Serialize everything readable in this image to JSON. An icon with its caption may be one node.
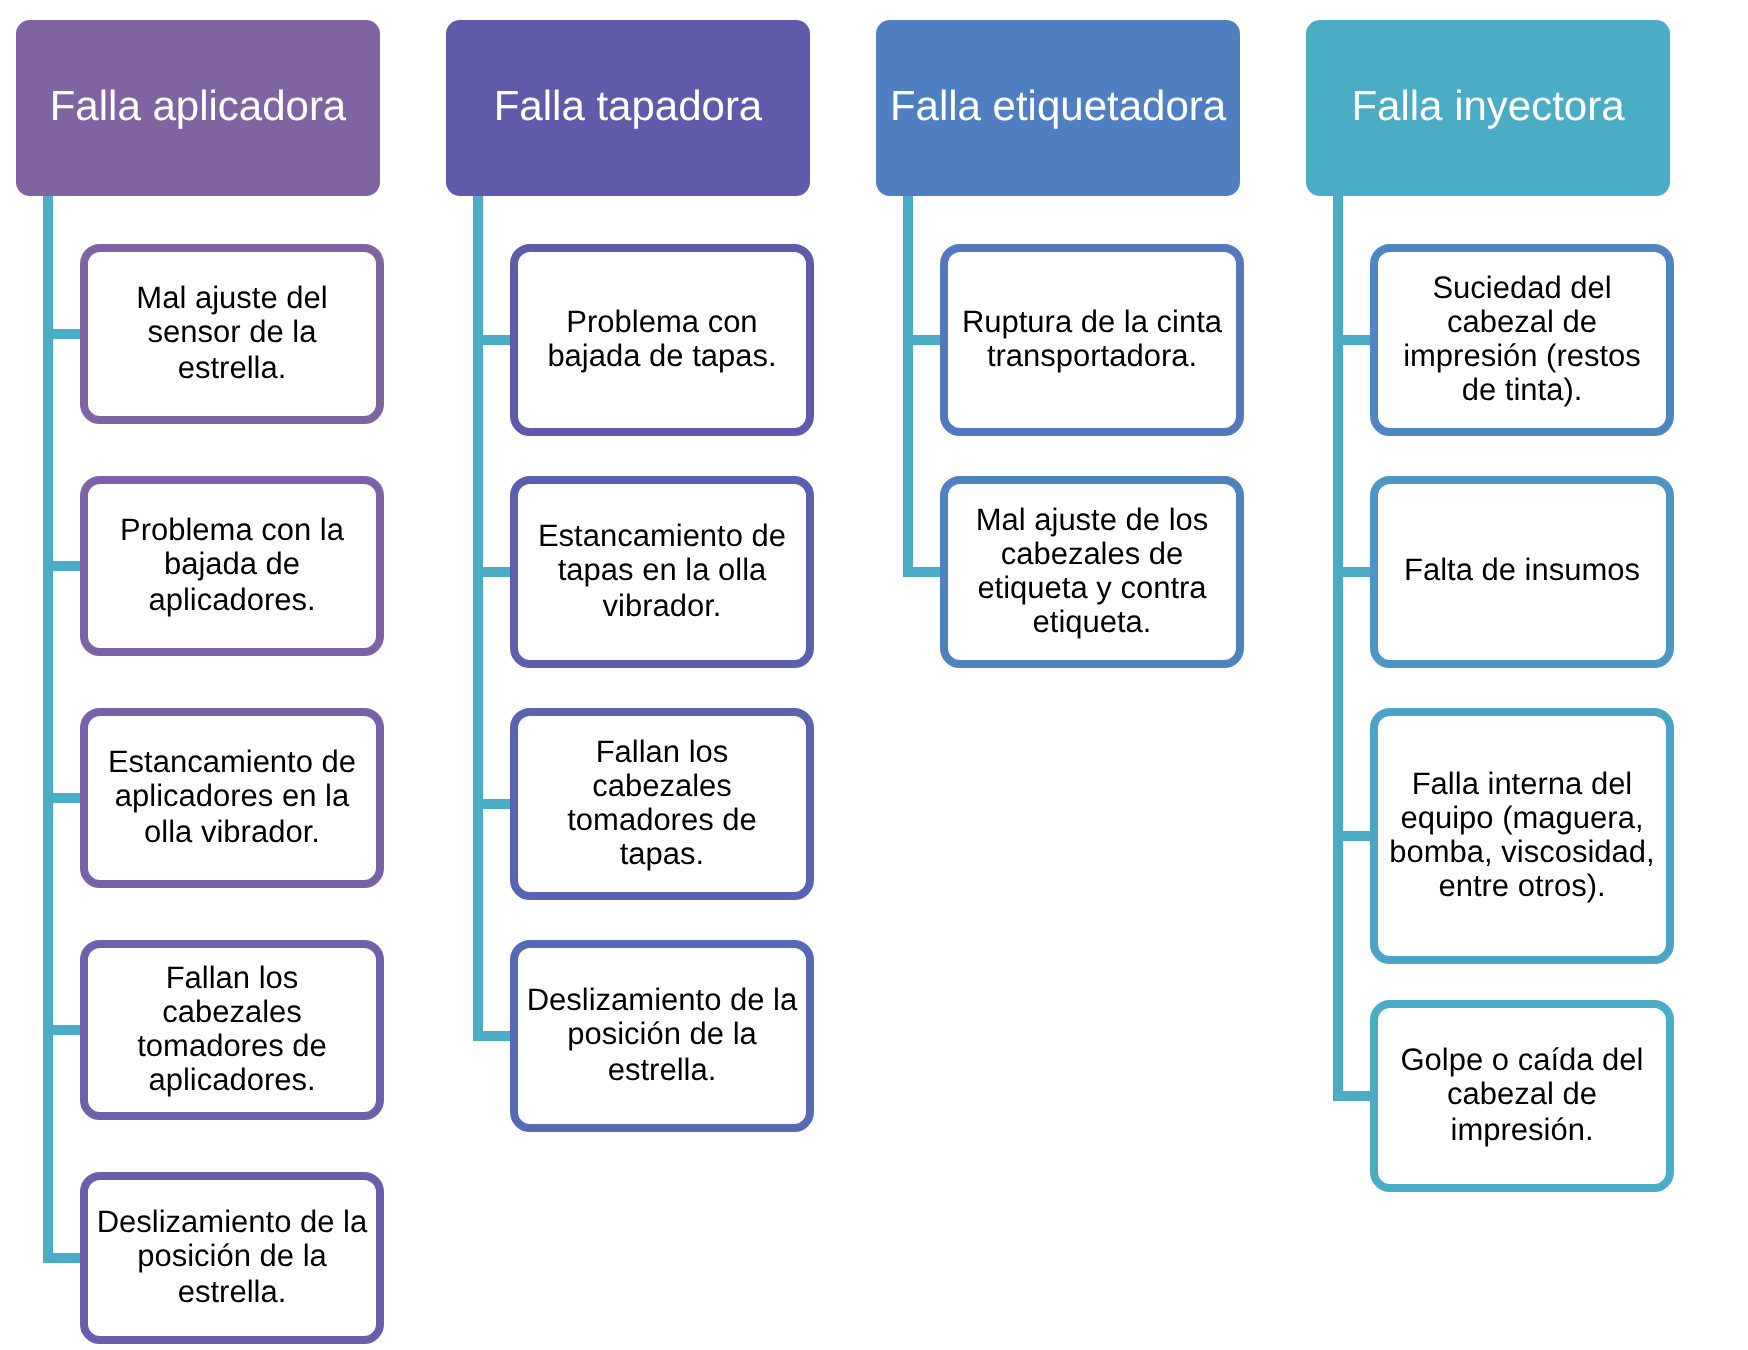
{
  "diagram": {
    "nodes": [
      {
        "text": [
          "Falla aplicadora"
        ]
      },
      {
        "text": [
          "Mal ajuste del sensor de la estrella."
        ]
      },
      {
        "text": [
          "Problema con la bajada de aplicadores."
        ]
      },
      {
        "text": [
          "Estancamiento de aplicadores en la olla vibrador."
        ]
      },
      {
        "text": [
          "Fallan los cabezales tomadores de aplicadores."
        ]
      },
      {
        "text": [
          "Deslizamiento de la posición de la estrella."
        ]
      },
      {
        "text": [
          "Falla tapadora"
        ]
      },
      {
        "text": [
          "Problema con bajada de tapas."
        ]
      },
      {
        "text": [
          "Estancamiento de tapas en la olla vibrador."
        ]
      },
      {
        "text": [
          "Fallan los cabezales tomadores de tapas."
        ]
      },
      {
        "text": [
          "Deslizamiento de la posición de la estrella."
        ]
      },
      {
        "text": [
          "Falla etiquetadora"
        ]
      },
      {
        "text": [
          "Ruptura de la cinta transportadora."
        ]
      },
      {
        "text": [
          "Mal ajuste de los cabezales de etiqueta y contra etiqueta."
        ]
      },
      {
        "text": [
          "Falla inyectora"
        ]
      },
      {
        "text": [
          "Suciedad del cabezal de impresión (restos de tinta)."
        ]
      },
      {
        "text": [
          "Falta de insumos"
        ]
      },
      {
        "text": [
          "Falla interna del equipo (maguera, bomba, viscosidad, entre otros)."
        ]
      },
      {
        "text": [
          "Golpe o caída del cabezal de impresión."
        ]
      }
    ],
    "edges": [
      {
        "from": 0,
        "to": 1,
        "arrow": "none"
      },
      {
        "from": 0,
        "to": 2,
        "arrow": "none"
      },
      {
        "from": 0,
        "to": 3,
        "arrow": "none"
      },
      {
        "from": 0,
        "to": 4,
        "arrow": "none"
      },
      {
        "from": 0,
        "to": 5,
        "arrow": "none"
      },
      {
        "from": 6,
        "to": 7,
        "arrow": "none"
      },
      {
        "from": 6,
        "to": 8,
        "arrow": "none"
      },
      {
        "from": 6,
        "to": 9,
        "arrow": "none"
      },
      {
        "from": 6,
        "to": 10,
        "arrow": "none"
      },
      {
        "from": 11,
        "to": 12,
        "arrow": "none"
      },
      {
        "from": 11,
        "to": 13,
        "arrow": "none"
      },
      {
        "from": 14,
        "to": 15,
        "arrow": "none"
      },
      {
        "from": 14,
        "to": 16,
        "arrow": "none"
      },
      {
        "from": 14,
        "to": 17,
        "arrow": "none"
      },
      {
        "from": 14,
        "to": 18,
        "arrow": "none"
      }
    ]
  }
}
